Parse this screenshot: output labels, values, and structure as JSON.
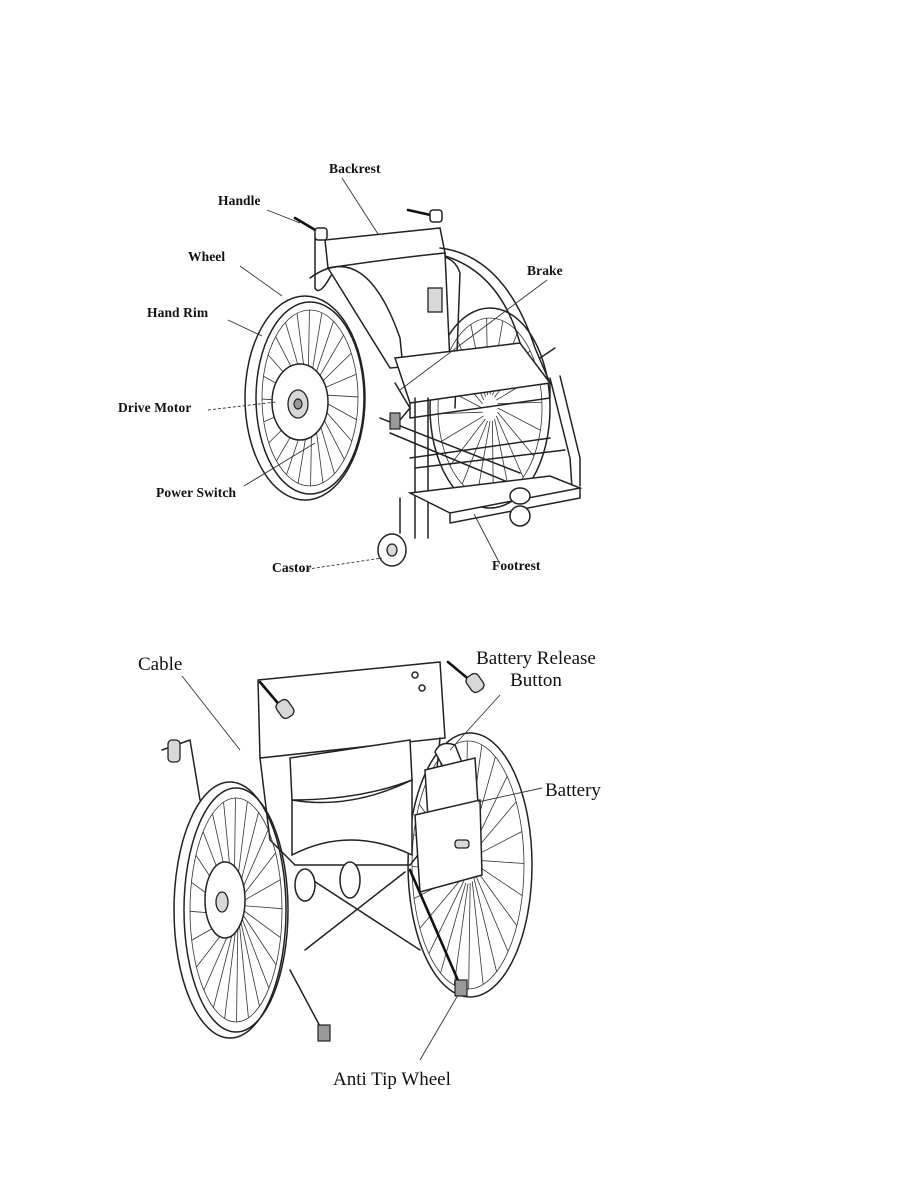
{
  "top_figure": {
    "labels": {
      "backrest": "Backrest",
      "handle": "Handle",
      "wheel": "Wheel",
      "hand_rim": "Hand Rim",
      "drive_motor": "Drive Motor",
      "power_switch": "Power Switch",
      "castor": "Castor",
      "brake": "Brake",
      "footrest": "Footrest"
    }
  },
  "bottom_figure": {
    "labels": {
      "cable": "Cable",
      "battery_release_line1": "Battery Release",
      "battery_release_line2": "Button",
      "battery": "Battery",
      "anti_tip_wheel": "Anti Tip Wheel"
    }
  }
}
